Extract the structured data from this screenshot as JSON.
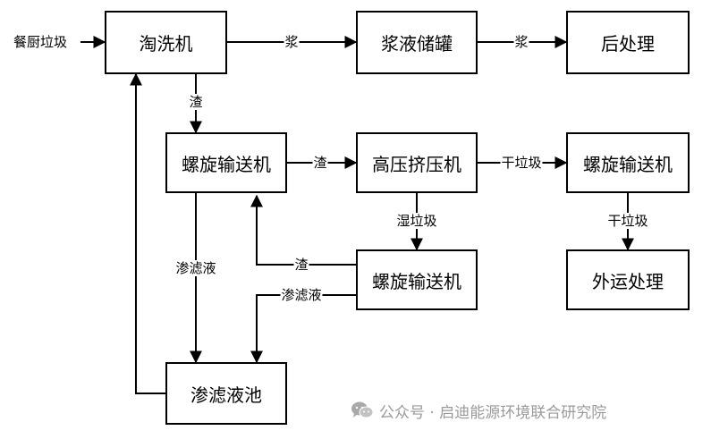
{
  "nodes": {
    "washer": "淘洗机",
    "slurry_tank": "浆液储罐",
    "post_treatment": "后处理",
    "screw_conveyor_1": "螺旋输送机",
    "high_pressure_press": "高压挤压机",
    "screw_conveyor_2": "螺旋输送机",
    "screw_conveyor_3": "螺旋输送机",
    "external_disposal": "外运处理",
    "filtrate_pool": "渗滤液池"
  },
  "edge_labels": {
    "input": "餐厨垃圾",
    "washer_to_tank": "浆",
    "tank_to_post": "浆",
    "washer_to_conveyor1": "渣",
    "conveyor1_to_press": "渣",
    "press_to_conveyor2": "干垃圾",
    "press_to_conveyor3": "湿垃圾",
    "conveyor2_to_disposal": "干垃圾",
    "conveyor1_to_pool": "渗滤液",
    "conveyor3_to_conveyor1": "渣",
    "conveyor3_to_pool": "渗滤液"
  },
  "watermark": {
    "icon": "wechat-icon",
    "text": "公众号 · 启迪能源环境联合研究院"
  },
  "colors": {
    "line": "#000000",
    "watermark": "#9a9a9a"
  }
}
